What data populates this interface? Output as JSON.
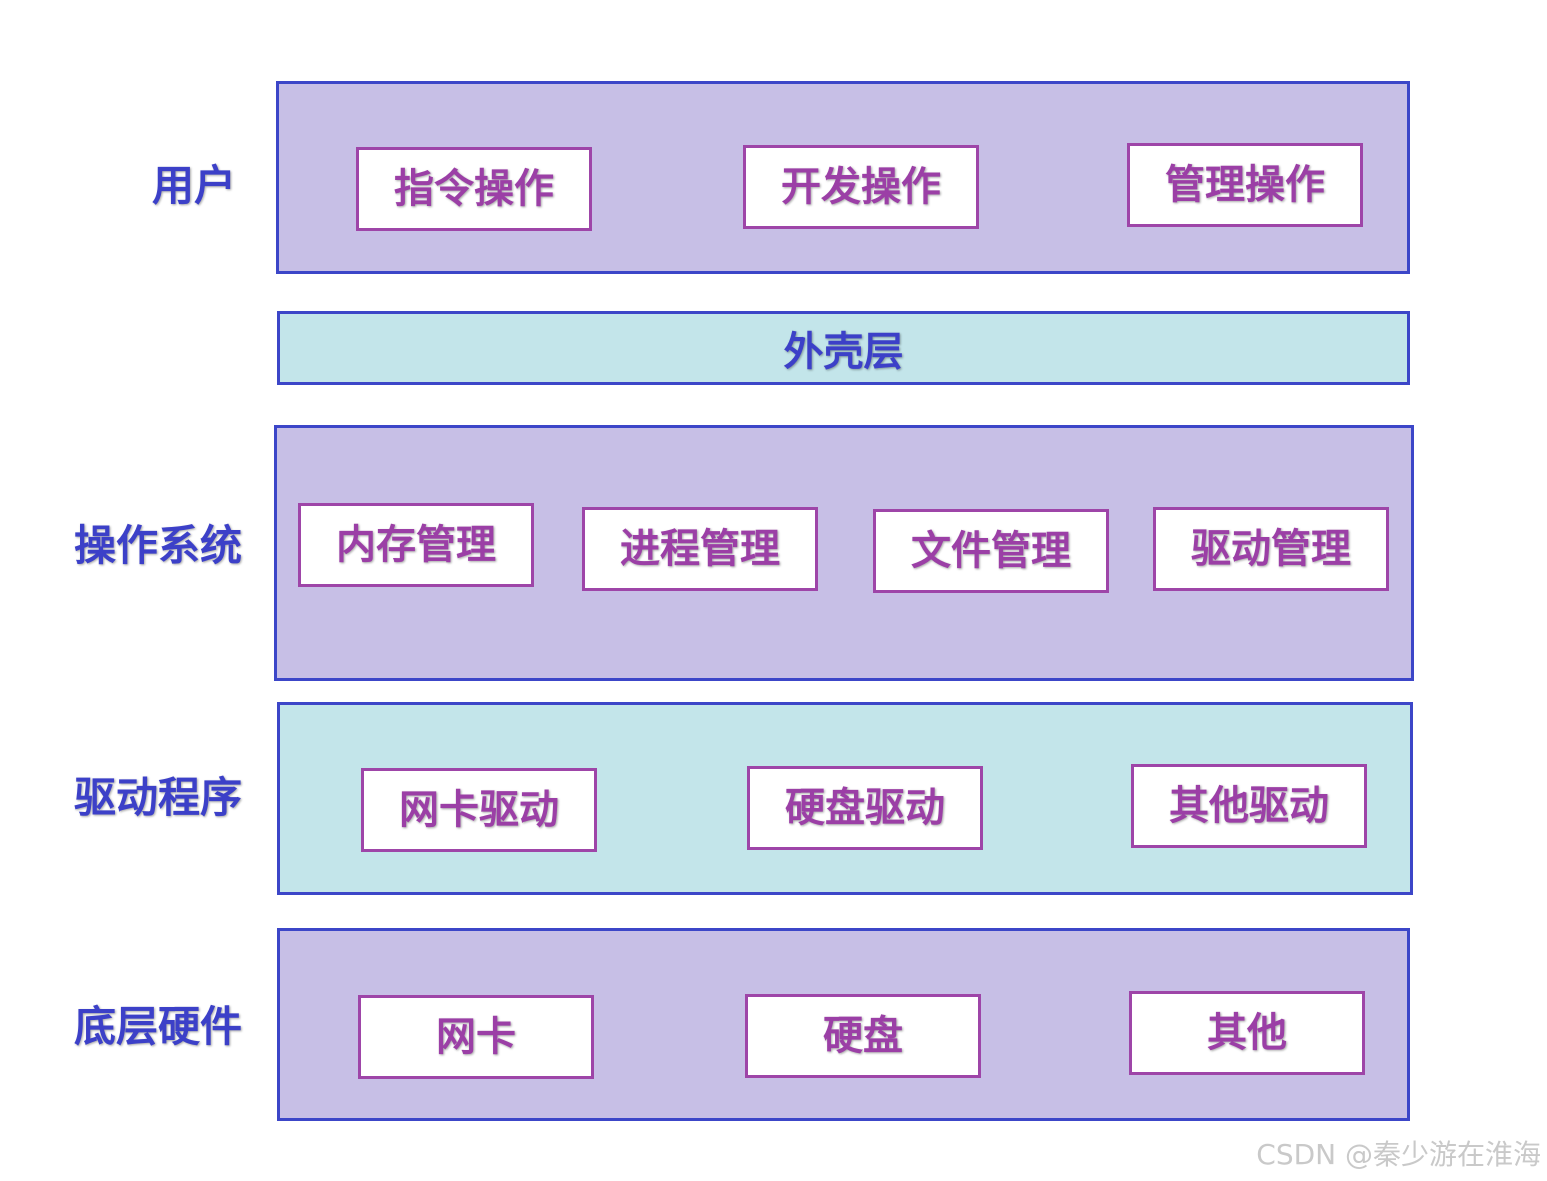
{
  "layers": {
    "user": {
      "label": "用户",
      "items": [
        "指令操作",
        "开发操作",
        "管理操作"
      ]
    },
    "shell": {
      "label": "外壳层"
    },
    "os": {
      "label": "操作系统",
      "items": [
        "内存管理",
        "进程管理",
        "文件管理",
        "驱动管理"
      ]
    },
    "driver": {
      "label": "驱动程序",
      "items": [
        "网卡驱动",
        "硬盘驱动",
        "其他驱动"
      ]
    },
    "hardware": {
      "label": "底层硬件",
      "items": [
        "网卡",
        "硬盘",
        "其他"
      ]
    }
  },
  "watermark": "CSDN @秦少游在淮海",
  "colors": {
    "layer_label": "#3c40c8",
    "panel_border": "#3c46c8",
    "purple_panel": "#c7bfe6",
    "cyan_panel": "#c3e5ea",
    "item_border": "#9e45a8",
    "item_text": "#9b3fa6"
  }
}
